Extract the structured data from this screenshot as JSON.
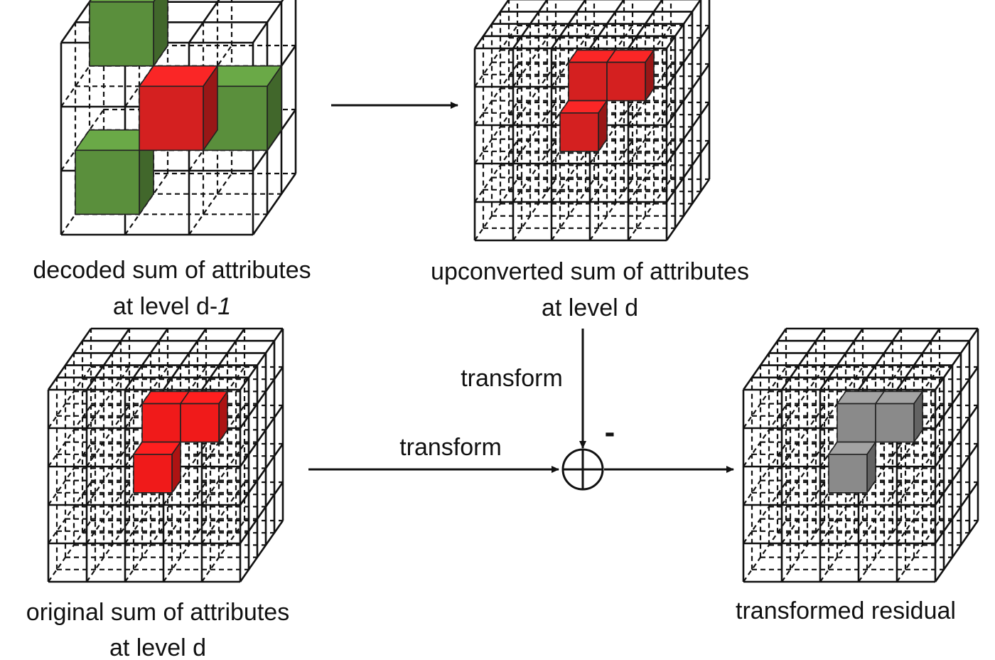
{
  "panels": {
    "decoded": {
      "caption_line1": "decoded sum of attributes",
      "caption_line2_prefix": "at level d-",
      "caption_line2_italic": "1"
    },
    "upconverted": {
      "caption_line1": "upconverted sum of attributes",
      "caption_line2": "at level d"
    },
    "original": {
      "caption_line1": "original sum of attributes",
      "caption_line2": "at level d"
    },
    "residual": {
      "caption_line1": "transformed residual"
    }
  },
  "operations": {
    "transform_vertical_label": "transform",
    "transform_horizontal_label": "transform",
    "minus_label": "-"
  },
  "colors": {
    "green_block": "#5a8f3c",
    "red_block": "#d42020",
    "red_block_bright": "#f01a1a",
    "gray_block": "#8a8a8a"
  }
}
